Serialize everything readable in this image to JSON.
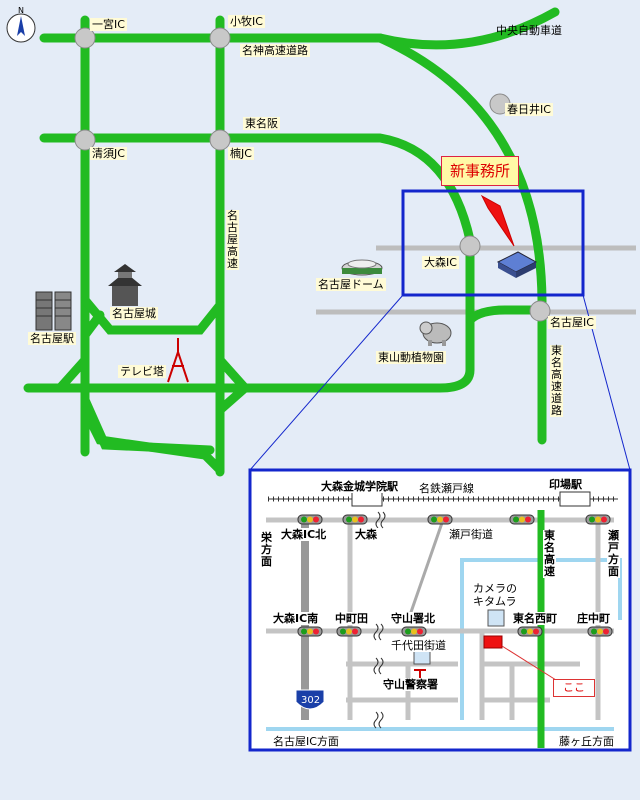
{
  "compass": {
    "label": "N"
  },
  "callout": {
    "title": "新事務所"
  },
  "interchanges": {
    "ichinomiya": "一宮IC",
    "komaki": "小牧IC",
    "kasugai": "春日井IC",
    "kiyosu": "清須JC",
    "kusu": "楠JC",
    "omori": "大森IC",
    "nagoya": "名古屋IC"
  },
  "roads": {
    "chuo": "中央自動車道",
    "meishin": "名神高速道路",
    "tomei_han": "東名阪",
    "nagoya_kosoku": "名古屋高速",
    "tomei_kosoku": "東名高速道路"
  },
  "landmarks": {
    "dome": "名古屋ドーム",
    "castle": "名古屋城",
    "station": "名古屋駅",
    "tv_tower": "テレビ塔",
    "zoo": "東山動植物園"
  },
  "inset": {
    "omori_station": "大森金城学院駅",
    "meitetsu": "名鉄瀬戸線",
    "inba_station": "印場駅",
    "omori_ic_kita": "大森IC北",
    "omori_sig": "大森",
    "seto_kaido": "瀬戸街道",
    "sakae": "栄方面",
    "tomei_kosoku": "東名高速",
    "seto_homen": "瀬戸方面",
    "camera": "カメラのキタムラ",
    "omori_ic_minami": "大森IC南",
    "nakamachida": "中町田",
    "moriyama_kita": "守山署北",
    "tomei_nishi": "東名西町",
    "shonaka": "庄中町",
    "chiyoda": "千代田街道",
    "police": "守山警察署",
    "route": "302",
    "koko": "ここ",
    "nagoya_ic_homen": "名古屋IC方面",
    "kumagaoka": "藤ヶ丘方面"
  },
  "colors": {
    "expressway": "#22bb22",
    "frame": "#1326cc",
    "road": "#c0c0c0",
    "river": "#9fd6f0",
    "background": "#e4ecf7"
  }
}
